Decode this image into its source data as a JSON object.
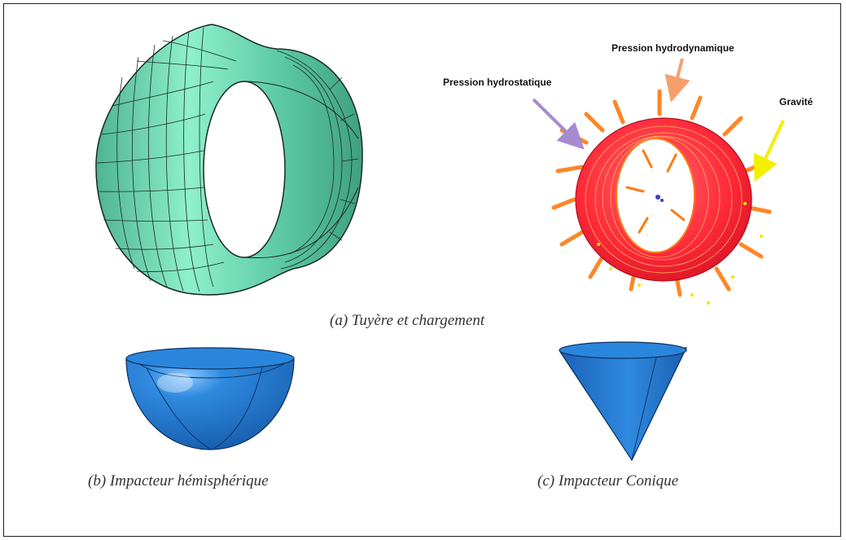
{
  "figure": {
    "captions": {
      "a": "(a) Tuyère et chargement",
      "b": "(b) Impacteur hémisphérique",
      "c": "(c) Impacteur Conique"
    },
    "load_labels": {
      "hydrodynamic": "Pression hydrodynamique",
      "hydrostatic": "Pression hydrostatique",
      "gravity": "Gravité"
    },
    "colors": {
      "nozzle_mesh": "#6fd6b4",
      "mesh_lines": "#1a2a24",
      "ring_red": "#ff2a3a",
      "load_orange": "#ff7a10",
      "hydrostatic_arrow": "#a78bd1",
      "hydrodynamic_arrow": "#f5a06a",
      "gravity_arrow": "#f2f000",
      "impactor_blue": "#1f7ad0"
    }
  }
}
